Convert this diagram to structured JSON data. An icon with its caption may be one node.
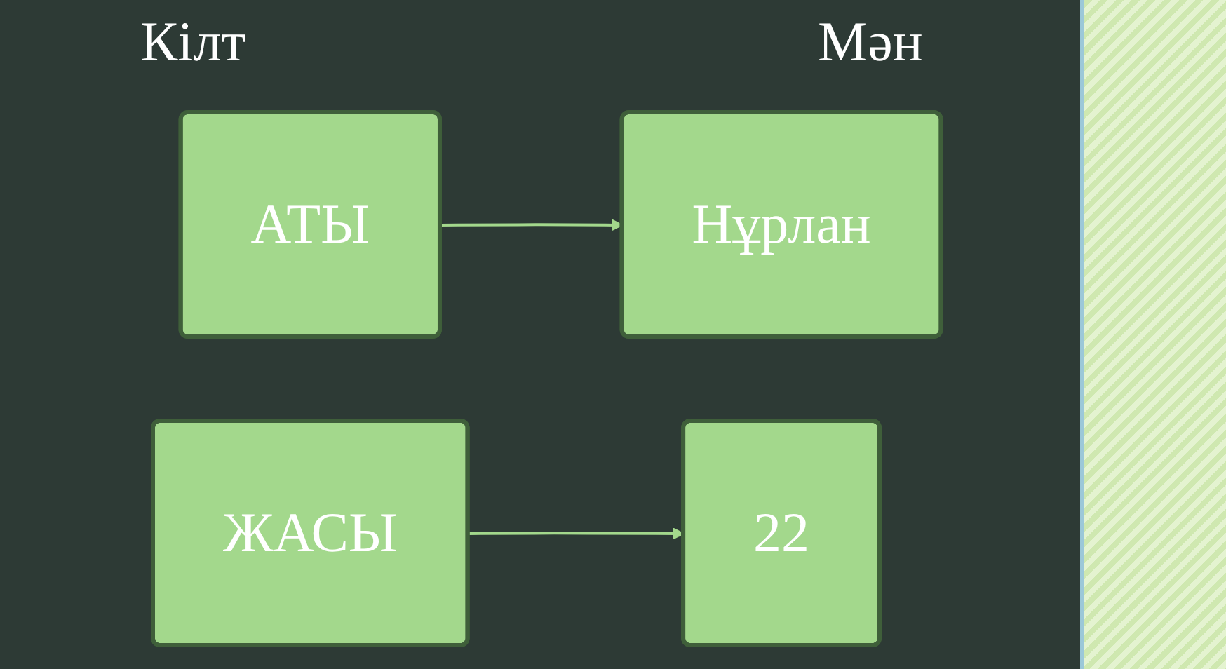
{
  "diagram": {
    "nodes": [
      {
        "text": [
          "АТЫ"
        ]
      },
      {
        "text": [
          "Нұрлан"
        ]
      },
      {
        "text": [
          "ЖАСЫ"
        ]
      },
      {
        "text": [
          "22"
        ]
      }
    ],
    "edges": [
      {
        "from": 0,
        "to": 1,
        "arrow": "to"
      },
      {
        "from": 2,
        "to": 3,
        "arrow": "to"
      }
    ],
    "labels": [
      "Кілт",
      "Мән"
    ]
  }
}
